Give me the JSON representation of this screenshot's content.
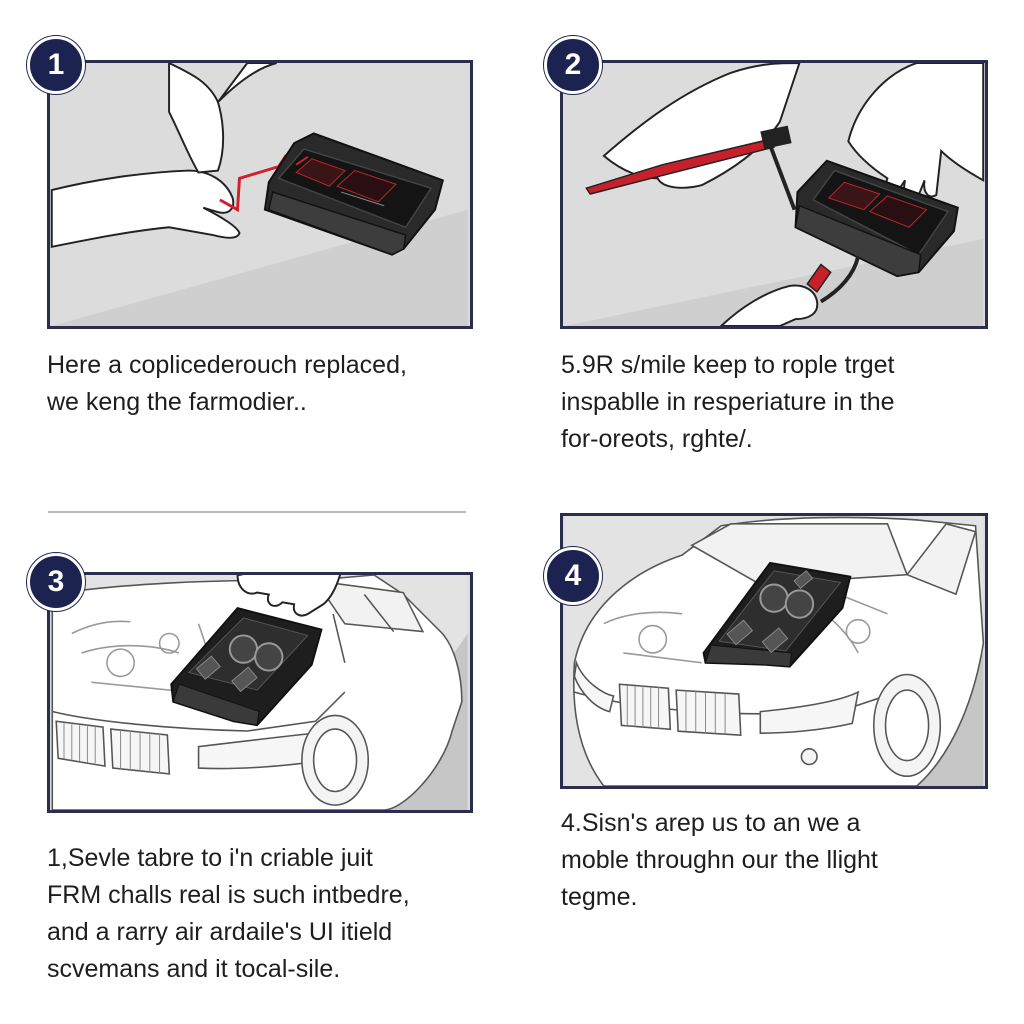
{
  "steps": [
    {
      "number": "1",
      "caption": "Here a coplicederouch replaced,\nwe keng the farmodier..",
      "icons": [
        "hand-icon",
        "control-module-icon",
        "wire-icon"
      ]
    },
    {
      "number": "2",
      "caption": "5.9R s/mile keep to rople trget\ninspablle in resperiature in the\nfor-oreots, rghte/.",
      "icons": [
        "hand-icon",
        "screwdriver-icon",
        "control-module-icon",
        "probe-icon"
      ]
    },
    {
      "number": "3",
      "caption": "1,Sevle tabre to i'n criable juit\nFRM challs real is such intbedre,\nand a rarry air ardaile's UI itield\nscvemans and it tocal-sile.",
      "icons": [
        "hand-icon",
        "car-icon",
        "control-module-icon"
      ]
    },
    {
      "number": "4",
      "caption": "4.Sisn's arep us to an we a\nmoble throughn our the llight\ntegme.",
      "icons": [
        "car-icon",
        "control-module-icon"
      ]
    }
  ],
  "colors": {
    "badge": "#1d2350",
    "frame": "#2b2d4e",
    "panel_bg": "#dcdcdc",
    "wire": "#d0202a"
  }
}
